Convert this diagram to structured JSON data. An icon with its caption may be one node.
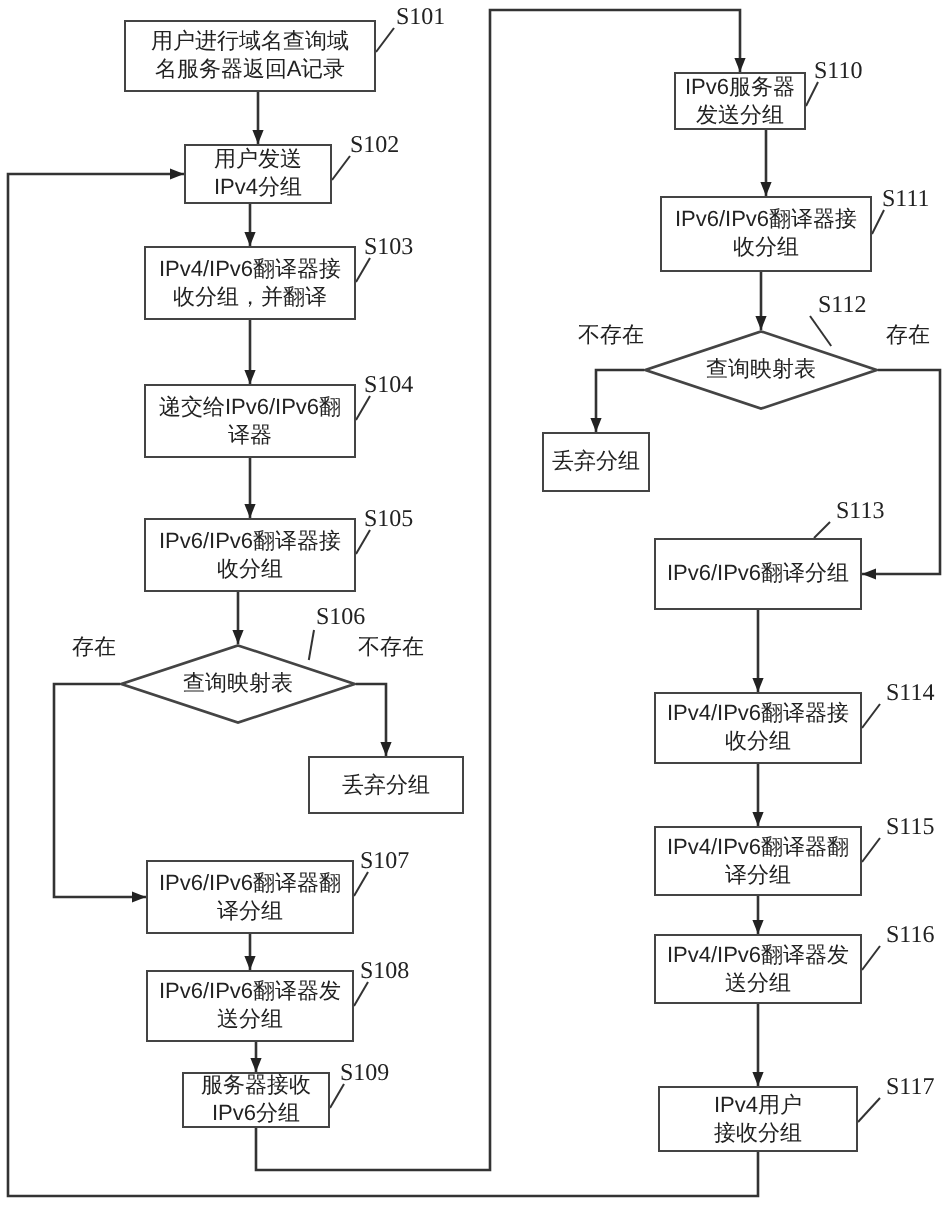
{
  "diagram": {
    "nodes": [
      {
        "text": [
          "用户进行域名查询域名服务器返回A记录"
        ]
      },
      {
        "text": [
          "用户发送IPv4分组"
        ]
      },
      {
        "text": [
          "IPv4/IPv6翻译器接收分组，并翻译"
        ]
      },
      {
        "text": [
          "递交给IPv6/IPv6翻译器"
        ]
      },
      {
        "text": [
          "IPv6/IPv6翻译器接收分组"
        ]
      },
      {
        "text": [
          "查询映射表"
        ]
      },
      {
        "text": [
          "丢弃分组"
        ]
      },
      {
        "text": [
          "IPv6/IPv6翻译器翻译分组"
        ]
      },
      {
        "text": [
          "IPv6/IPv6翻译器发送分组"
        ]
      },
      {
        "text": [
          "服务器接收IPv6分组"
        ]
      },
      {
        "text": [
          "IPv6服务器发送分组"
        ]
      },
      {
        "text": [
          "IPv6/IPv6翻译器接收分组"
        ]
      },
      {
        "text": [
          "查询映射表"
        ]
      },
      {
        "text": [
          "丢弃分组"
        ]
      },
      {
        "text": [
          "IPv6/IPv6翻译分组"
        ]
      },
      {
        "text": [
          "IPv4/IPv6翻译器接收分组"
        ]
      },
      {
        "text": [
          "IPv4/IPv6翻译器翻译分组"
        ]
      },
      {
        "text": [
          "IPv4/IPv6翻译器发送分组"
        ]
      },
      {
        "text": [
          "IPv4用户接收分组"
        ]
      },
      {
        "text": [
          "S101"
        ]
      },
      {
        "text": [
          "S102"
        ]
      },
      {
        "text": [
          "S103"
        ]
      },
      {
        "text": [
          "S104"
        ]
      },
      {
        "text": [
          "S105"
        ]
      },
      {
        "text": [
          "S106"
        ]
      },
      {
        "text": [
          "S107"
        ]
      },
      {
        "text": [
          "S108"
        ]
      },
      {
        "text": [
          "S109"
        ]
      },
      {
        "text": [
          "S110"
        ]
      },
      {
        "text": [
          "S111"
        ]
      },
      {
        "text": [
          "S112"
        ]
      },
      {
        "text": [
          "S113"
        ]
      },
      {
        "text": [
          "S114"
        ]
      },
      {
        "text": [
          "S115"
        ]
      },
      {
        "text": [
          "S116"
        ]
      },
      {
        "text": [
          "S117"
        ]
      }
    ],
    "edges": [
      {
        "from": 0,
        "to": 1,
        "arrow": "to"
      },
      {
        "from": 1,
        "to": 2,
        "arrow": "to"
      },
      {
        "from": 2,
        "to": 3,
        "arrow": "to"
      },
      {
        "from": 3,
        "to": 4,
        "arrow": "to"
      },
      {
        "from": 4,
        "to": 5,
        "arrow": "to"
      },
      {
        "from": 5,
        "to": 6,
        "arrow": "to",
        "label": "不存在"
      },
      {
        "from": 5,
        "to": 7,
        "arrow": "to",
        "label": "存在"
      },
      {
        "from": 7,
        "to": 8,
        "arrow": "to"
      },
      {
        "from": 8,
        "to": 9,
        "arrow": "to"
      },
      {
        "from": 9,
        "to": 10,
        "arrow": "to"
      },
      {
        "from": 10,
        "to": 11,
        "arrow": "to"
      },
      {
        "from": 11,
        "to": 12,
        "arrow": "to"
      },
      {
        "from": 12,
        "to": 13,
        "arrow": "to",
        "label": "不存在"
      },
      {
        "from": 12,
        "to": 14,
        "arrow": "to",
        "label": "存在"
      },
      {
        "from": 14,
        "to": 15,
        "arrow": "to"
      },
      {
        "from": 15,
        "to": 16,
        "arrow": "to"
      },
      {
        "from": 16,
        "to": 17,
        "arrow": "to"
      },
      {
        "from": 17,
        "to": 18,
        "arrow": "to"
      },
      {
        "from": 18,
        "to": 1,
        "arrow": "to"
      },
      {
        "from": 19,
        "to": 0,
        "arrow": "none"
      },
      {
        "from": 20,
        "to": 1,
        "arrow": "none"
      },
      {
        "from": 21,
        "to": 2,
        "arrow": "none"
      },
      {
        "from": 22,
        "to": 3,
        "arrow": "none"
      },
      {
        "from": 23,
        "to": 4,
        "arrow": "none"
      },
      {
        "from": 24,
        "to": 5,
        "arrow": "none"
      },
      {
        "from": 25,
        "to": 7,
        "arrow": "none"
      },
      {
        "from": 26,
        "to": 8,
        "arrow": "none"
      },
      {
        "from": 27,
        "to": 9,
        "arrow": "none"
      },
      {
        "from": 28,
        "to": 10,
        "arrow": "none"
      },
      {
        "from": 29,
        "to": 11,
        "arrow": "none"
      },
      {
        "from": 30,
        "to": 12,
        "arrow": "none"
      },
      {
        "from": 31,
        "to": 14,
        "arrow": "none"
      },
      {
        "from": 32,
        "to": 15,
        "arrow": "none"
      },
      {
        "from": 33,
        "to": 16,
        "arrow": "none"
      },
      {
        "from": 34,
        "to": 17,
        "arrow": "none"
      },
      {
        "from": 35,
        "to": 18,
        "arrow": "none"
      }
    ]
  }
}
